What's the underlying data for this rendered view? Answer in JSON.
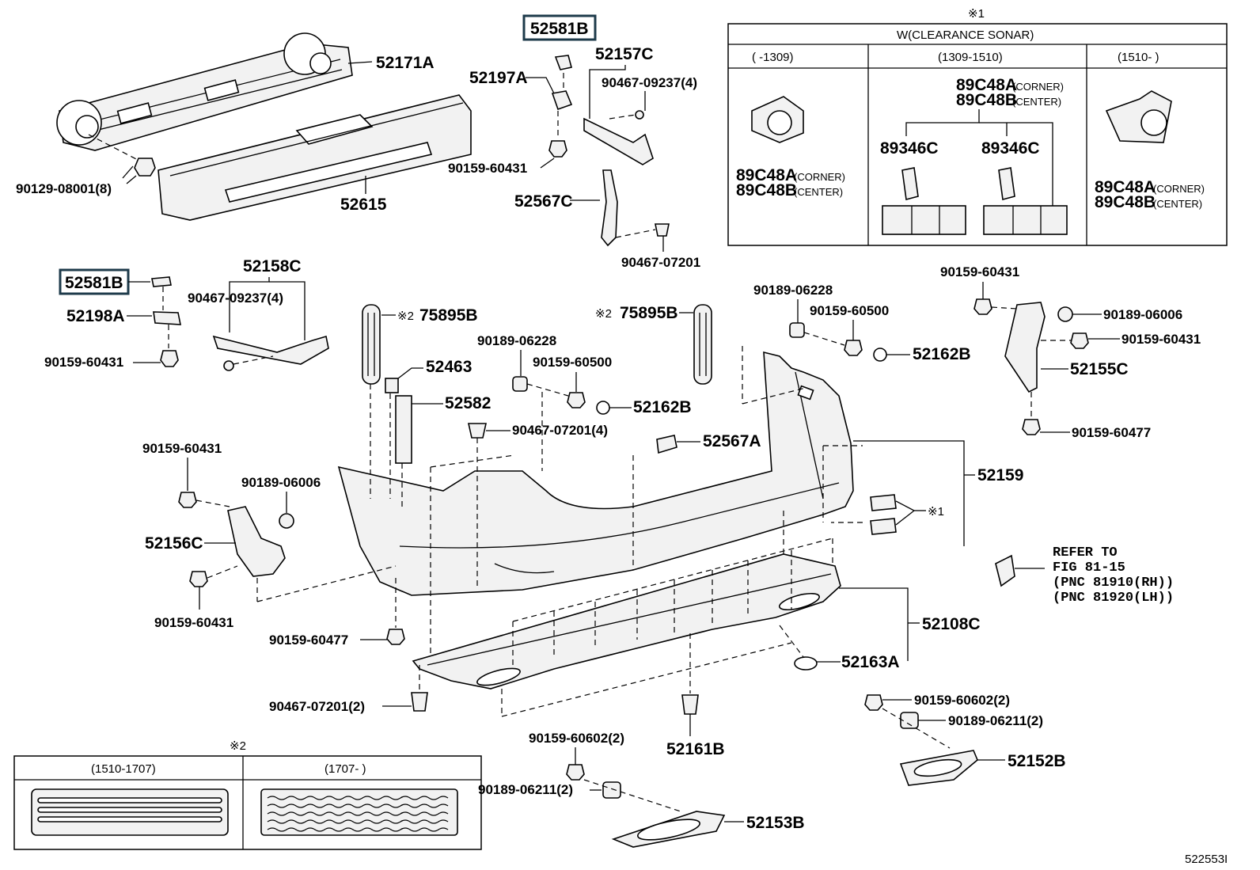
{
  "figure_id": "522553I",
  "parts": {
    "p52171A": "52171A",
    "p52615": "52615",
    "p90129": "90129-08001(8)",
    "p52581B_top": "52581B",
    "p52197A": "52197A",
    "p90159_60431_a": "90159-60431",
    "p52157C": "52157C",
    "p90467_09237_a": "90467-09237(4)",
    "p52567C": "52567C",
    "p90467_07201_a": "90467-07201",
    "p52581B_left": "52581B",
    "p52198A": "52198A",
    "p90159_60431_b": "90159-60431",
    "p52158C": "52158C",
    "p90467_09237_b": "90467-09237(4)",
    "p75895B_l": "75895B",
    "p75895B_r": "75895B",
    "p52463": "52463",
    "p52582": "52582",
    "p90189_06228_a": "90189-06228",
    "p90159_60500_a": "90159-60500",
    "p52162B_a": "52162B",
    "p90467_07201_b": "90467-07201(4)",
    "p90189_06228_b": "90189-06228",
    "p90159_60500_b": "90159-60500",
    "p52162B_b": "52162B",
    "p52567A": "52567A",
    "p90159_60431_c": "90159-60431",
    "p90189_06006_a": "90189-06006",
    "p90159_60431_d": "90159-60431",
    "p52155C": "52155C",
    "p90159_60477_a": "90159-60477",
    "p52159": "52159",
    "p90159_60431_e": "90159-60431",
    "p90189_06006_b": "90189-06006",
    "p52156C": "52156C",
    "p90159_60431_f": "90159-60431",
    "p90159_60477_b": "90159-60477",
    "p90467_07201_c": "90467-07201(2)",
    "p52108C": "52108C",
    "p52163A": "52163A",
    "p52161B": "52161B",
    "p90159_60602_a": "90159-60602(2)",
    "p90189_06211_a": "90189-06211(2)",
    "p52153B": "52153B",
    "p90159_60602_b": "90159-60602(2)",
    "p90189_06211_b": "90189-06211(2)",
    "p52152B": "52152B"
  },
  "marks": {
    "note1": "※1",
    "note2": "※2",
    "note1_ref": "※1",
    "note2_ref_a": "※2",
    "note2_ref_b": "※2"
  },
  "refer": {
    "line1": "REFER TO",
    "line2": "FIG 81-15",
    "line3": "(PNC 81910(RH))",
    "line4": "(PNC 81920(LH))"
  },
  "sonar_table": {
    "title": "W(CLEARANCE SONAR)",
    "col1": "(      -1309)",
    "col2": "(1309-1510)",
    "col3": "(1510-      )",
    "c1_a": "89C48A",
    "c1_a_note": "(CORNER)",
    "c1_b": "89C48B",
    "c1_b_note": "(CENTER)",
    "c2_a": "89C48A",
    "c2_a_note": "(CORNER)",
    "c2_b": "89C48B",
    "c2_b_note": "(CENTER)",
    "c2_sub1": "89346C",
    "c2_sub2": "89346C",
    "c3_a": "89C48A",
    "c3_a_note": "(CORNER)",
    "c3_b": "89C48B",
    "c3_b_note": "(CENTER)"
  },
  "reflector_table": {
    "col1": "(1510-1707)",
    "col2": "(1707-      )"
  }
}
